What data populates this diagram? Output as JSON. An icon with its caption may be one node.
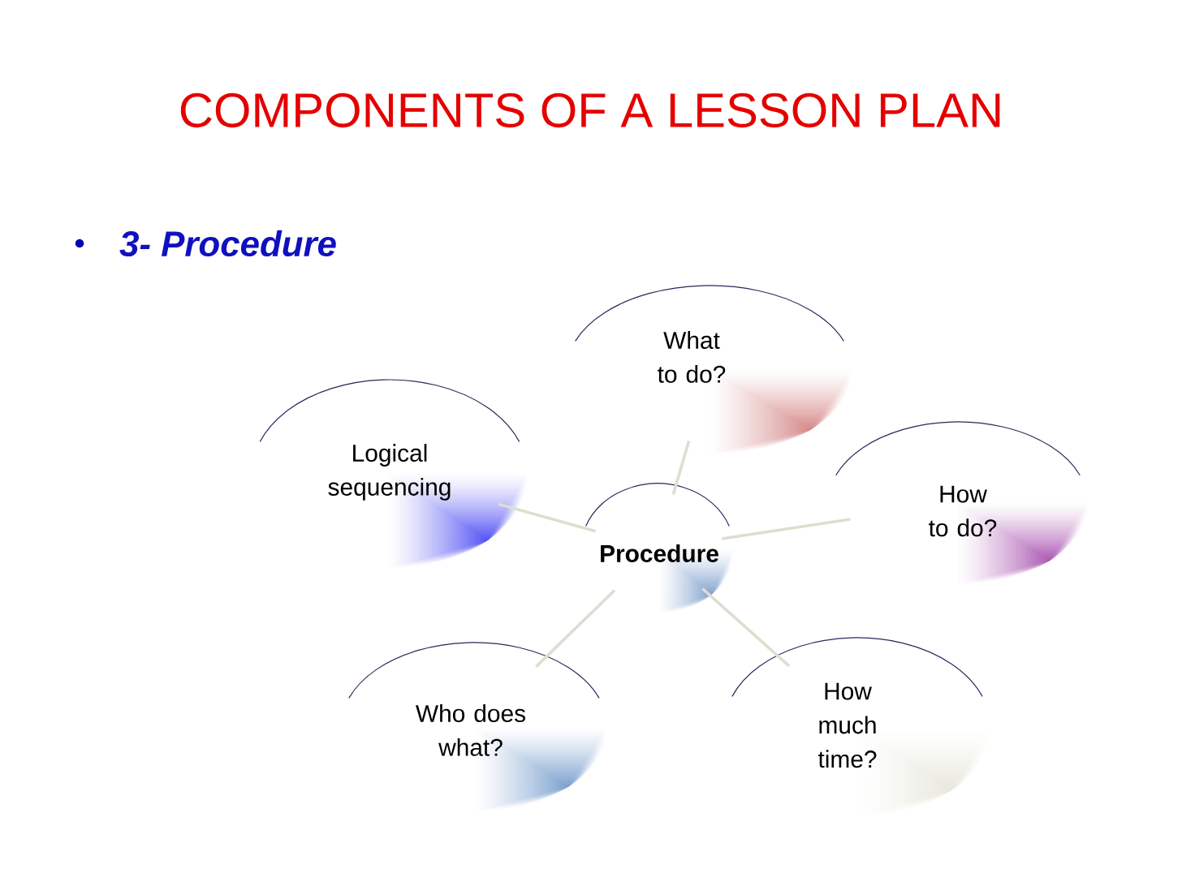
{
  "diagram": {
    "title": "COMPONENTS OF A LESSON PLAN",
    "nodes": [
      {
        "text": [
          "Procedure"
        ]
      },
      {
        "text": [
          "What to do?"
        ]
      },
      {
        "text": [
          "Logical sequencing"
        ]
      },
      {
        "text": [
          "How to do?"
        ]
      },
      {
        "text": [
          "Who does what?"
        ]
      },
      {
        "text": [
          "How much time?"
        ]
      }
    ],
    "edges": [
      {
        "from": 0,
        "to": 1,
        "arrow": "none"
      },
      {
        "from": 0,
        "to": 2,
        "arrow": "none"
      },
      {
        "from": 0,
        "to": 3,
        "arrow": "none"
      },
      {
        "from": 0,
        "to": 4,
        "arrow": "none"
      },
      {
        "from": 0,
        "to": 5,
        "arrow": "none"
      }
    ],
    "labels": [
      "3- Procedure"
    ]
  }
}
